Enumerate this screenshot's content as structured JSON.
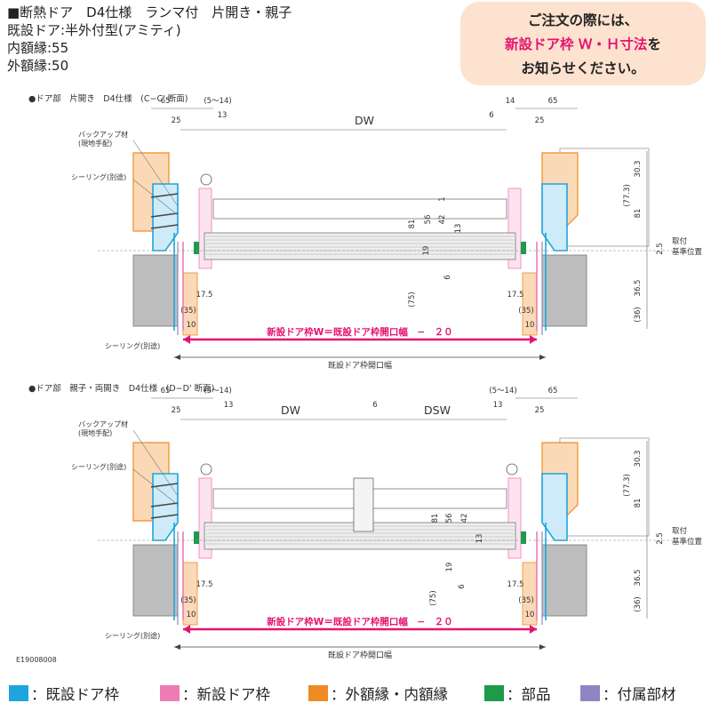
{
  "header": {
    "title_lines": [
      "■断熱ドア　D4仕様　ランマ付　片開き・親子",
      "既設ドア:半外付型(アミティ)",
      "内額縁:55",
      "外額縁:50"
    ]
  },
  "notice": {
    "line1": "ご注文の際には、",
    "line2_highlight": "新設ドア枠 Ｗ・Ｈ寸法",
    "line2_rest": "を",
    "line3": "お知らせください。"
  },
  "sections": [
    {
      "title": "●ドア部　片開き　D4仕様　(C−C' 断面)",
      "top_dims": [
        "65",
        "(5〜14)",
        "14",
        "65",
        "25",
        "13",
        "DW",
        "6",
        "25"
      ],
      "left_callouts": [
        "バックアップ材\n(現地手配)",
        "シーリング(別途)"
      ],
      "right_dims": [
        "30.3",
        "(77.3)",
        "81",
        "2.5",
        "36.5",
        "(36)"
      ],
      "inner_dims": [
        "1",
        "42",
        "56",
        "81",
        "13",
        "19",
        "6",
        "(75)"
      ],
      "right_labels": [
        "取付",
        "基準位置"
      ],
      "bottom_dims": [
        "17.5",
        "17.5",
        "(35)",
        "(35)",
        "10",
        "10"
      ],
      "formula": "新設ドア枠W＝既設ドア枠開口幅　−　２０",
      "bottom_label": "既設ドア枠開口幅",
      "sealing_label": "シーリング(別途)"
    },
    {
      "title": "●ドア部　親子・両開き　D4仕様　(D−D' 断面)",
      "top_dims": [
        "65",
        "(5〜14)",
        "(5〜14)",
        "65",
        "25",
        "13",
        "DW",
        "6",
        "DSW",
        "13",
        "25"
      ],
      "left_callouts": [
        "バックアップ材\n(現地手配)",
        "シーリング(別途)"
      ],
      "right_dims": [
        "30.3",
        "(77.3)",
        "81",
        "2.5",
        "36.5",
        "(36)"
      ],
      "inner_dims": [
        "81",
        "56",
        "42",
        "13",
        "19",
        "6",
        "(75)"
      ],
      "right_labels": [
        "取付",
        "基準位置"
      ],
      "bottom_dims": [
        "17.5",
        "17.5",
        "(35)",
        "(35)",
        "10",
        "10"
      ],
      "formula": "新設ドア枠W＝既設ドア枠開口幅　−　２０",
      "bottom_label": "既設ドア枠開口幅",
      "sealing_label": "シーリング(別途)"
    }
  ],
  "drawing_id": "E19008008",
  "legend": [
    {
      "label": "：既設ドア枠",
      "color": "#1ea5de"
    },
    {
      "label": "：新設ドア枠",
      "color": "#ee7cb4"
    },
    {
      "label": "：外額縁・内額縁",
      "color": "#f08a24"
    },
    {
      "label": "：部品",
      "color": "#1c9b4a"
    },
    {
      "label": "：付属部材",
      "color": "#8e86c3"
    }
  ],
  "colors": {
    "existing_frame": "#1ea5de",
    "new_frame": "#ee7cb4",
    "casing": "#f08a24",
    "parts": "#1c9b4a",
    "accessory": "#8e86c3",
    "formula": "#e5136f",
    "notice_bg": "#fce2cf"
  }
}
